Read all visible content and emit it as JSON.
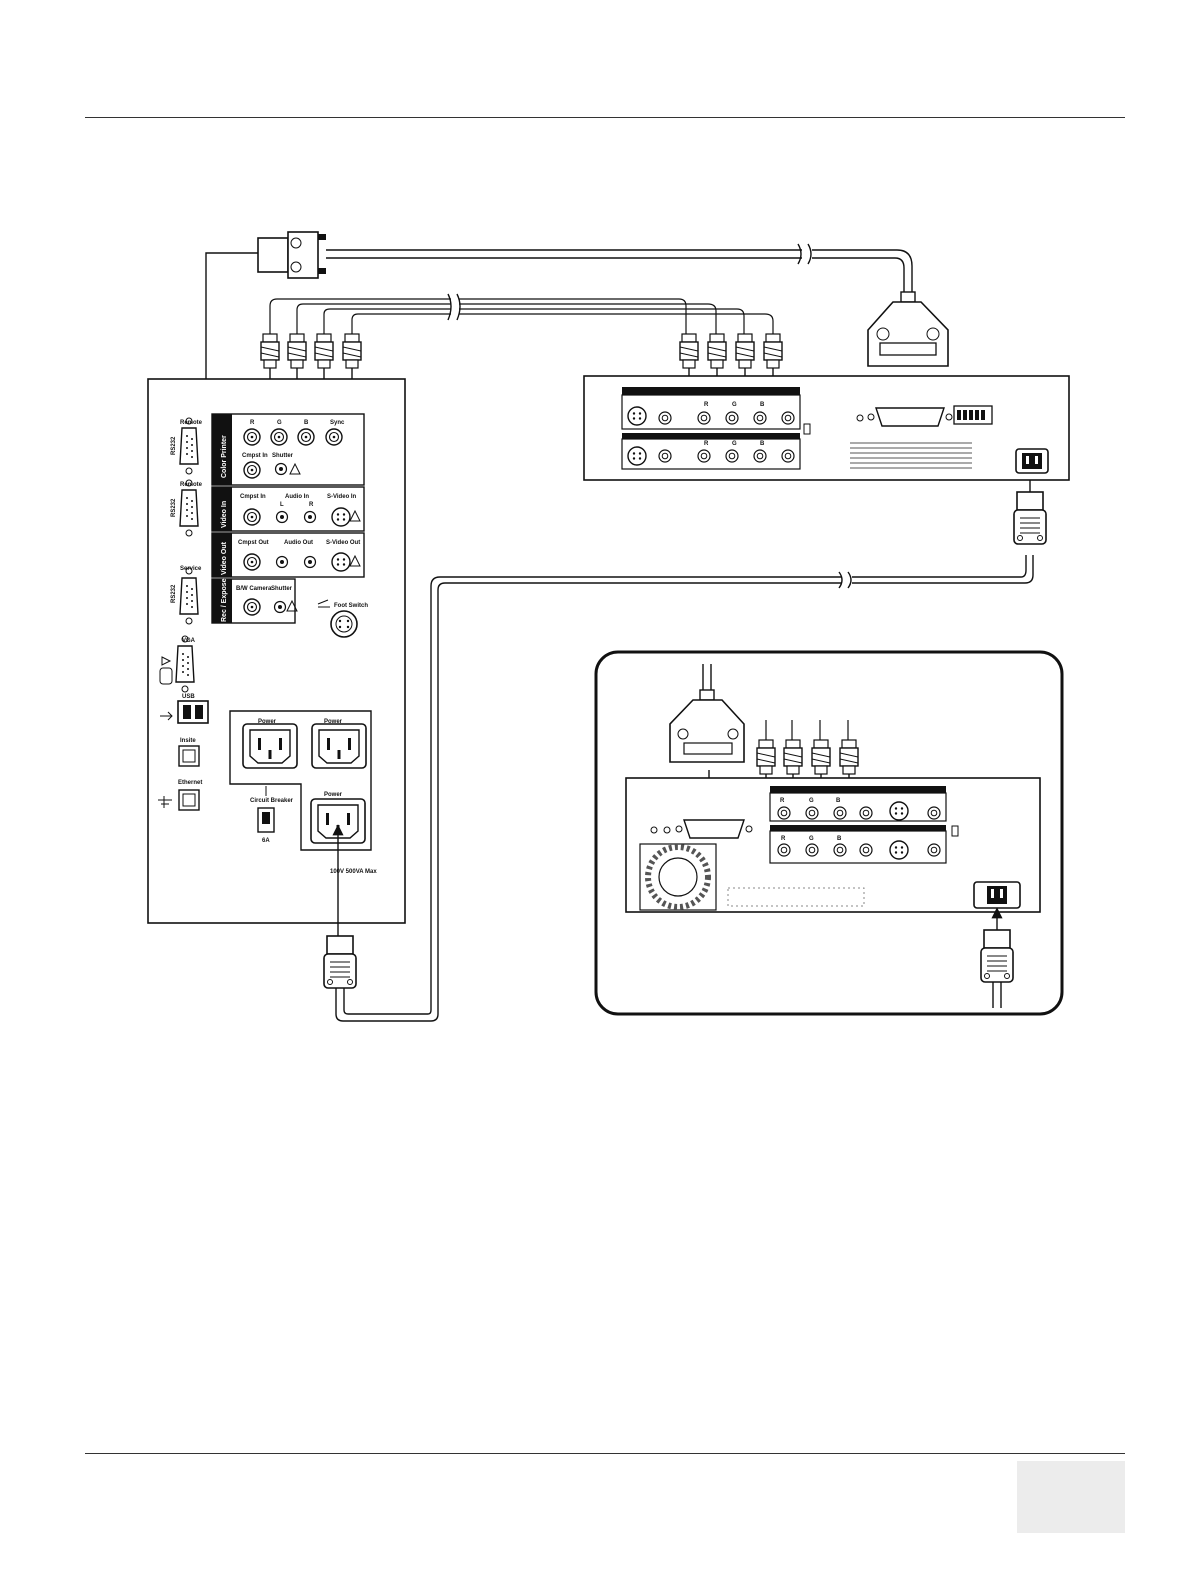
{
  "console_panel": {
    "remote_1": "Remote",
    "rs232_1": "RS232",
    "remote_2": "Remote",
    "rs232_2": "RS232",
    "service": "Service",
    "rs232_3": "RS232",
    "vga": "VGA",
    "usb": "USB",
    "insite": "Insite",
    "ethernet": "Ethernet",
    "circuit_breaker": "Circuit Breaker",
    "breaker_rating": "6A",
    "power_1": "Power",
    "power_2": "Power",
    "power_3": "Power",
    "power_rating": "100V 500VA Max",
    "foot_switch": "Foot Switch",
    "color_printer": {
      "section": "Color Printer",
      "r": "R",
      "g": "G",
      "b": "B",
      "sync": "Sync",
      "cmpst_in": "Cmpst In",
      "shutter": "Shutter"
    },
    "video_in": {
      "section": "Video In",
      "cmpst_in": "Cmpst In",
      "audio_in": "Audio In",
      "l": "L",
      "r": "R",
      "s_video_in": "S-Video In"
    },
    "video_out": {
      "section": "Video Out",
      "cmpst_out": "Cmpst Out",
      "audio_out": "Audio Out",
      "s_video_out": "S-Video Out"
    },
    "rec_expose": {
      "section": "Rec / Expose",
      "bw_camera": "B/W Camera",
      "shutter": "Shutter"
    }
  },
  "printer_a": {
    "r": "R",
    "g": "G",
    "b": "B",
    "r2": "R",
    "g2": "G",
    "b2": "B"
  },
  "printer_b": {
    "r": "R",
    "g": "G",
    "b": "B",
    "r2": "R",
    "g2": "G",
    "b2": "B"
  }
}
